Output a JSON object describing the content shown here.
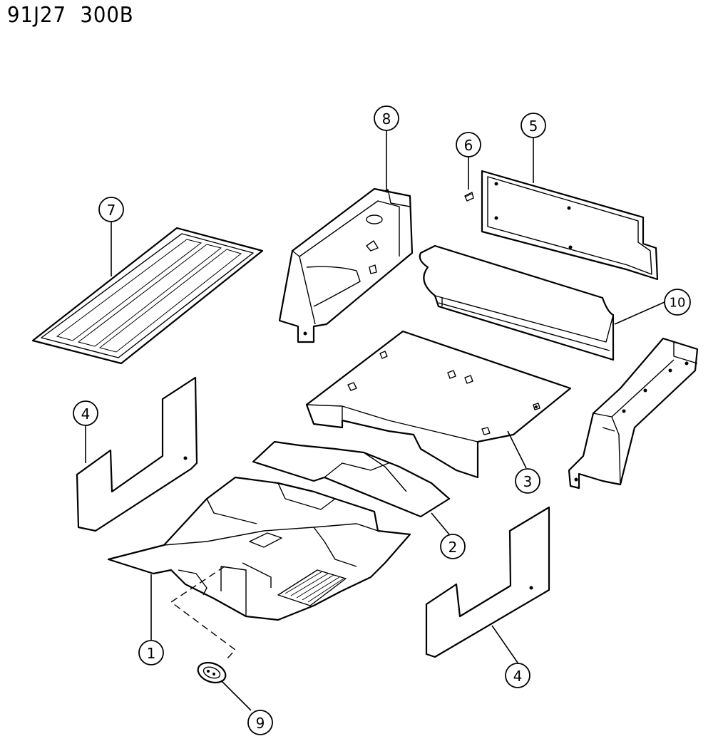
{
  "figure_code": "91J27  300B",
  "callouts": {
    "c1": "1",
    "c2": "2",
    "c3": "3",
    "c4a": "4",
    "c4b": "4",
    "c5": "5",
    "c6": "6",
    "c7": "7",
    "c8": "8",
    "c9": "9",
    "c10": "10"
  }
}
